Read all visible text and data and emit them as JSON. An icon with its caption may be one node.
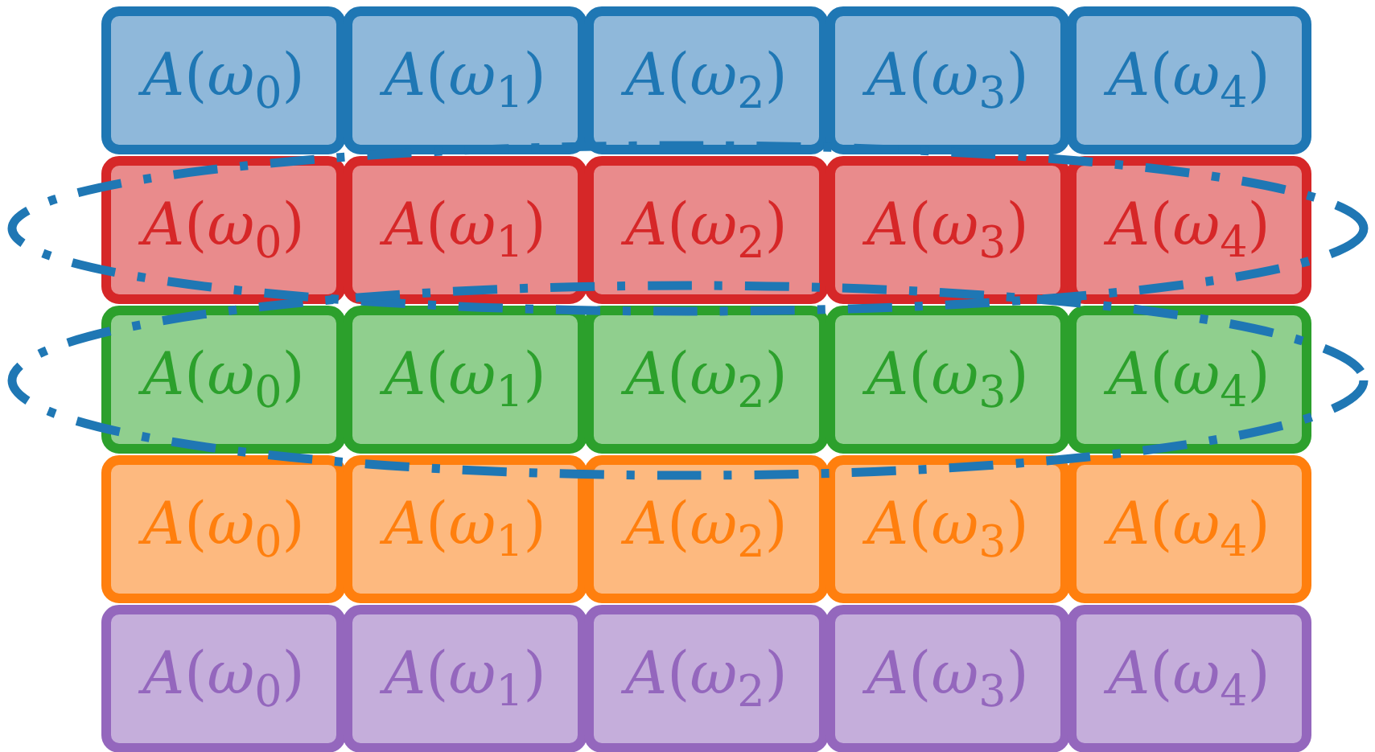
{
  "diagram": {
    "nodes": [
      {
        "text": [
          "*A*(*ω*$_{0}$)"
        ]
      },
      {
        "text": [
          "*A*(*ω*$_{1}$)"
        ]
      },
      {
        "text": [
          "*A*(*ω*$_{2}$)"
        ]
      },
      {
        "text": [
          "*A*(*ω*$_{3}$)"
        ]
      },
      {
        "text": [
          "*A*(*ω*$_{4}$)"
        ]
      },
      {
        "text": [
          "*A*(*ω*$_{0}$)"
        ]
      },
      {
        "text": [
          "*A*(*ω*$_{1}$)"
        ]
      },
      {
        "text": [
          "*A*(*ω*$_{2}$)"
        ]
      },
      {
        "text": [
          "*A*(*ω*$_{3}$)"
        ]
      },
      {
        "text": [
          "*A*(*ω*$_{4}$)"
        ]
      },
      {
        "text": [
          "*A*(*ω*$_{0}$)"
        ]
      },
      {
        "text": [
          "*A*(*ω*$_{1}$)"
        ]
      },
      {
        "text": [
          "*A*(*ω*$_{2}$)"
        ]
      },
      {
        "text": [
          "*A*(*ω*$_{3}$)"
        ]
      },
      {
        "text": [
          "*A*(*ω*$_{4}$)"
        ]
      },
      {
        "text": [
          "*A*(*ω*$_{0}$)"
        ]
      },
      {
        "text": [
          "*A*(*ω*$_{1}$)"
        ]
      },
      {
        "text": [
          "*A*(*ω*$_{2}$)"
        ]
      },
      {
        "text": [
          "*A*(*ω*$_{3}$)"
        ]
      },
      {
        "text": [
          "*A*(*ω*$_{4}$)"
        ]
      },
      {
        "text": [
          "*A*(*ω*$_{0}$)"
        ]
      },
      {
        "text": [
          "*A*(*ω*$_{1}$)"
        ]
      },
      {
        "text": [
          "*A*(*ω*$_{2}$)"
        ]
      },
      {
        "text": [
          "*A*(*ω*$_{3}$)"
        ]
      },
      {
        "text": [
          "*A*(*ω*$_{4}$)"
        ]
      }
    ]
  }
}
